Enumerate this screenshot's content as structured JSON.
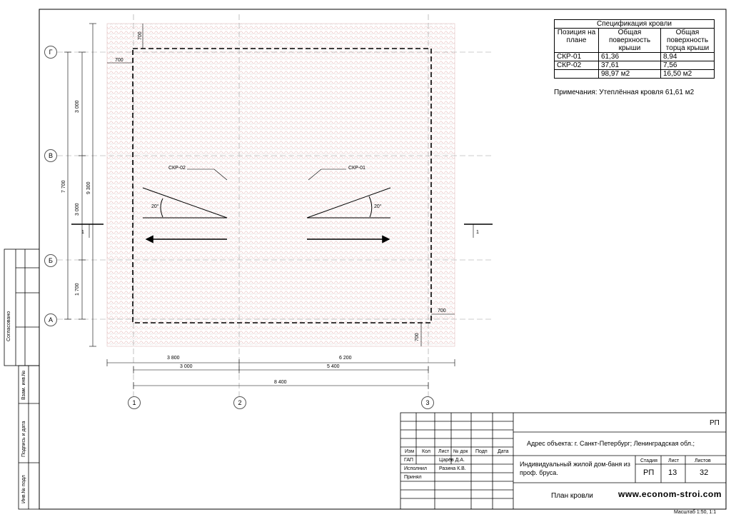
{
  "axes": {
    "rows": [
      "Г",
      "В",
      "Б",
      "А"
    ],
    "cols": [
      "1",
      "2",
      "3"
    ]
  },
  "dimensions": {
    "left_outer": "9 300",
    "left_mid": "7 700",
    "left_seg1": "3 000",
    "left_seg2": "3 000",
    "left_seg3": "1 700",
    "bottom_row1_a": "3 800",
    "bottom_row1_b": "6 200",
    "bottom_row2_a": "3 000",
    "bottom_row2_b": "5 400",
    "bottom_total": "8 400",
    "overhang_top": "700",
    "overhang_left": "700",
    "overhang_right": "700",
    "overhang_bottom": "700"
  },
  "roof": {
    "left_label": "СКР-02",
    "right_label": "СКР-01",
    "left_angle": "20°",
    "right_angle": "20°"
  },
  "section_marks": {
    "left": "1",
    "right": "1"
  },
  "spec": {
    "title": "Спецификация кровли",
    "headers": [
      "Позиция на плане",
      "Общая поверхность крыши",
      "Общая поверхность торца крыши"
    ],
    "rows": [
      [
        "СКР-01",
        "61,36",
        "8,94"
      ],
      [
        "СКР-02",
        "37,61",
        "7,56"
      ],
      [
        "",
        "98,97 м2",
        "16,50 м2"
      ]
    ],
    "note": "Примечания: Утеплённая кровля 61,61 м2"
  },
  "side_stamp": {
    "agreed": "Согласовано",
    "inv_repl": "Взам. инв.№",
    "sign_date": "Подпись и дата",
    "inv_orig": "Инв.№ подл"
  },
  "title_block": {
    "code": "РП",
    "address": "Адрес объекта: г. Санкт-Петербург; Ленинградская обл.;",
    "project": "Индивидуальный жилой дом-баня из проф. бруса.",
    "sheet_title": "План кровли",
    "website": "www.econom-stroi.com",
    "col_headers": [
      "Изм",
      "Кол",
      "Лист",
      "№ док",
      "Подп",
      "Дата"
    ],
    "roles": [
      {
        "role": "ГАП",
        "name": "Царёв Д.А."
      },
      {
        "role": "Исполнил",
        "name": "Разина К.В."
      },
      {
        "role": "Принял",
        "name": ""
      }
    ],
    "stage_label": "Стадия",
    "sheet_label": "Лист",
    "sheets_label": "Листов",
    "stage": "РП",
    "sheet": "13",
    "sheets": "32",
    "scale": "Масштаб 1:50, 1:1"
  }
}
